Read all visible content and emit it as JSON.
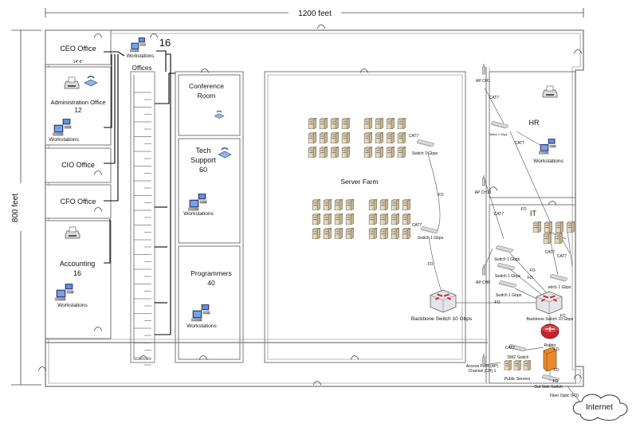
{
  "dimensions": {
    "width_label": "1200 feet",
    "height_label": "800 feet"
  },
  "rooms": {
    "ceo": "CEO Office",
    "ceo_dim": "14'-6\"",
    "admin": "Administration Office",
    "admin_count": "12",
    "cio": "CIO Office",
    "cfo": "CFO Office",
    "accounting": "Accounting",
    "accounting_count": "16",
    "offices": "Offices",
    "conference_l1": "Conference",
    "conference_l2": "Room",
    "tech_l1": "Tech",
    "tech_l2": "Support",
    "tech_count": "60",
    "programmers": "Programmers",
    "programmers_count": "40",
    "server_farm": "Server Farm",
    "hr": "HR",
    "it": "IT"
  },
  "labels": {
    "workstations": "Workstations",
    "top_count": "16",
    "switch_1gbps": "Switch 1 Gbps",
    "switch_1gbps_b": "witch 1 Gbps",
    "switch_1gbps_small": "Switch 1 Gbps",
    "backbone_main": "Backbone Switch 10 Gbps",
    "backbone_it": "Backbone Switch 10 Gbps",
    "router": "Router",
    "dmz_switch": "DMZ Switch",
    "public_servers": "Public Servers",
    "outside_switch": "Out Side Switch",
    "fiber_optic": "Fiber Optic (FO)",
    "internet": "Internet",
    "cat7": "CAT7",
    "fo": "FO",
    "ap_ch1": "AP CH1",
    "ap_ch13": "AP CH13",
    "ap_ch6": "AP CH6",
    "ap_ch1b_l1": "Access Point (AP)",
    "ap_ch1b_l2": "Channel (CH) 1"
  }
}
